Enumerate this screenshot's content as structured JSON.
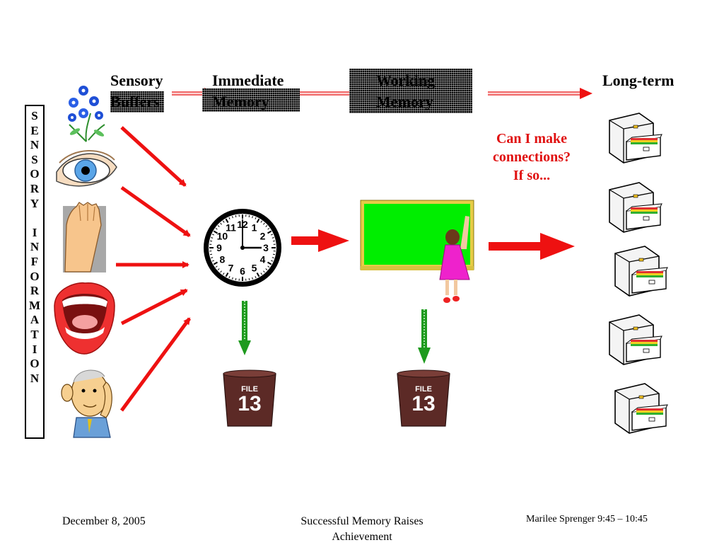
{
  "headers": {
    "sensory_buffers": [
      "Sensory",
      "Buffers"
    ],
    "immediate_memory": [
      "Immediate",
      "Memory"
    ],
    "working_memory": [
      "Working",
      "Memory"
    ],
    "long_term": "Long-term"
  },
  "side_label": [
    "S",
    "E",
    "N",
    "S",
    "O",
    "R",
    "Y",
    "",
    "I",
    "N",
    "F",
    "O",
    "R",
    "M",
    "A",
    "T",
    "I",
    "O",
    "N"
  ],
  "question": [
    "Can I make",
    "connections?",
    "If so..."
  ],
  "trash_label": {
    "top": "FILE",
    "number": "13"
  },
  "clock_numbers": [
    "12",
    "1",
    "2",
    "3",
    "4",
    "5",
    "6",
    "7",
    "8",
    "9",
    "10",
    "11"
  ],
  "footer": {
    "date": "December 8, 2005",
    "title": [
      "Successful Memory Raises",
      "Achievement"
    ],
    "presenter": "Marilee Sprenger 9:45 – 10:45"
  },
  "colors": {
    "arrow_red": "#ee1111",
    "arrow_green": "#1e9a1e",
    "question_red": "#e01010",
    "chalkboard": "#00ee00",
    "trash_brown": "#5c2a26"
  },
  "icons": [
    "flower-icon",
    "eye-icon",
    "hand-icon",
    "mouth-icon",
    "listening-man-icon",
    "clock-icon",
    "chalkboard-girl-icon",
    "trash-can-icon",
    "file-cabinet-icon"
  ]
}
